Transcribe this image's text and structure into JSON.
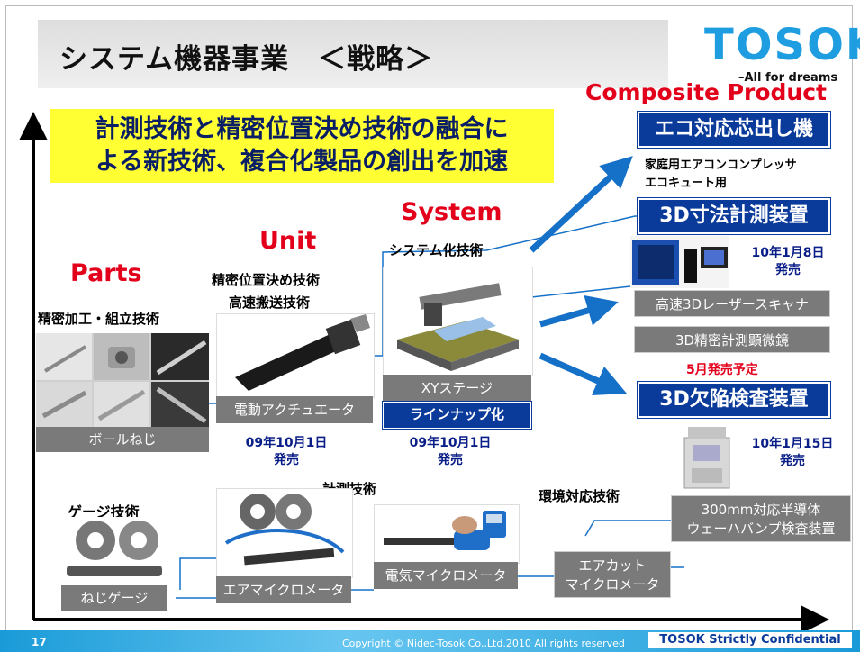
{
  "title": "システム機器事業　＜戦略＞",
  "logo": {
    "brand": "TOSOK",
    "tagline": "–All for dreams"
  },
  "headline": {
    "line1": "計測技術と精密位置決め技術の融合に",
    "line2": "よる新技術、複合化製品の創出を加速"
  },
  "levels": {
    "parts": "Parts",
    "unit": "Unit",
    "system": "System",
    "composite": "Composite Product"
  },
  "tech": {
    "parts": "精密加工・組立技術",
    "unit_line1": "精密位置決め技術",
    "unit_line2": "高速搬送技術",
    "system": "システム化技術",
    "gauge": "ゲージ技術",
    "measure": "計測技術",
    "env": "環境対応技術"
  },
  "captions": {
    "ballscrew": "ボールねじ",
    "actuator": "電動アクチュエータ",
    "xy_stage": "XYステージ",
    "lineup": "ラインナップ化",
    "laser": "高速3Dレーザースキャナ",
    "microscope": "3D精密計測顕微鏡",
    "wafer_line1": "300mm対応半導体",
    "wafer_line2": "ウェーハバンプ検査装置",
    "screw_gauge": "ねじゲージ",
    "air_micro": "エアマイクロメータ",
    "elec_micro": "電気マイクロメータ",
    "aircut_line1": "エアカット",
    "aircut_line2": "マイクロメータ"
  },
  "products": {
    "eco": "エコ対応芯出し機",
    "eco_note1": "家庭用エアコンコンプレッサ",
    "eco_note2": "エコキュート用",
    "dim3d": "3D寸法計測装置",
    "defect3d": "3D欠陥検査装置"
  },
  "releases": {
    "actuator_date": "09年10月1日",
    "actuator_label": "発売",
    "xy_date": "09年10月1日",
    "xy_label": "発売",
    "dim3d_date": "10年1月8日",
    "dim3d_label": "発売",
    "may": "5月発売予定",
    "defect_date": "10年1月15日",
    "defect_label": "発売"
  },
  "footer": {
    "page": "17",
    "copyright": "Copyright  © Nidec-Tosok Co.,Ltd.2010 All rights reserved",
    "confidential": "TOSOK Strictly Confidential"
  },
  "colors": {
    "accent_blue": "#0a3a9a",
    "arrow_blue": "#1570c8",
    "level_red": "#e3001b",
    "highlight": "#ffff33",
    "footer": "#1a9bd8"
  }
}
